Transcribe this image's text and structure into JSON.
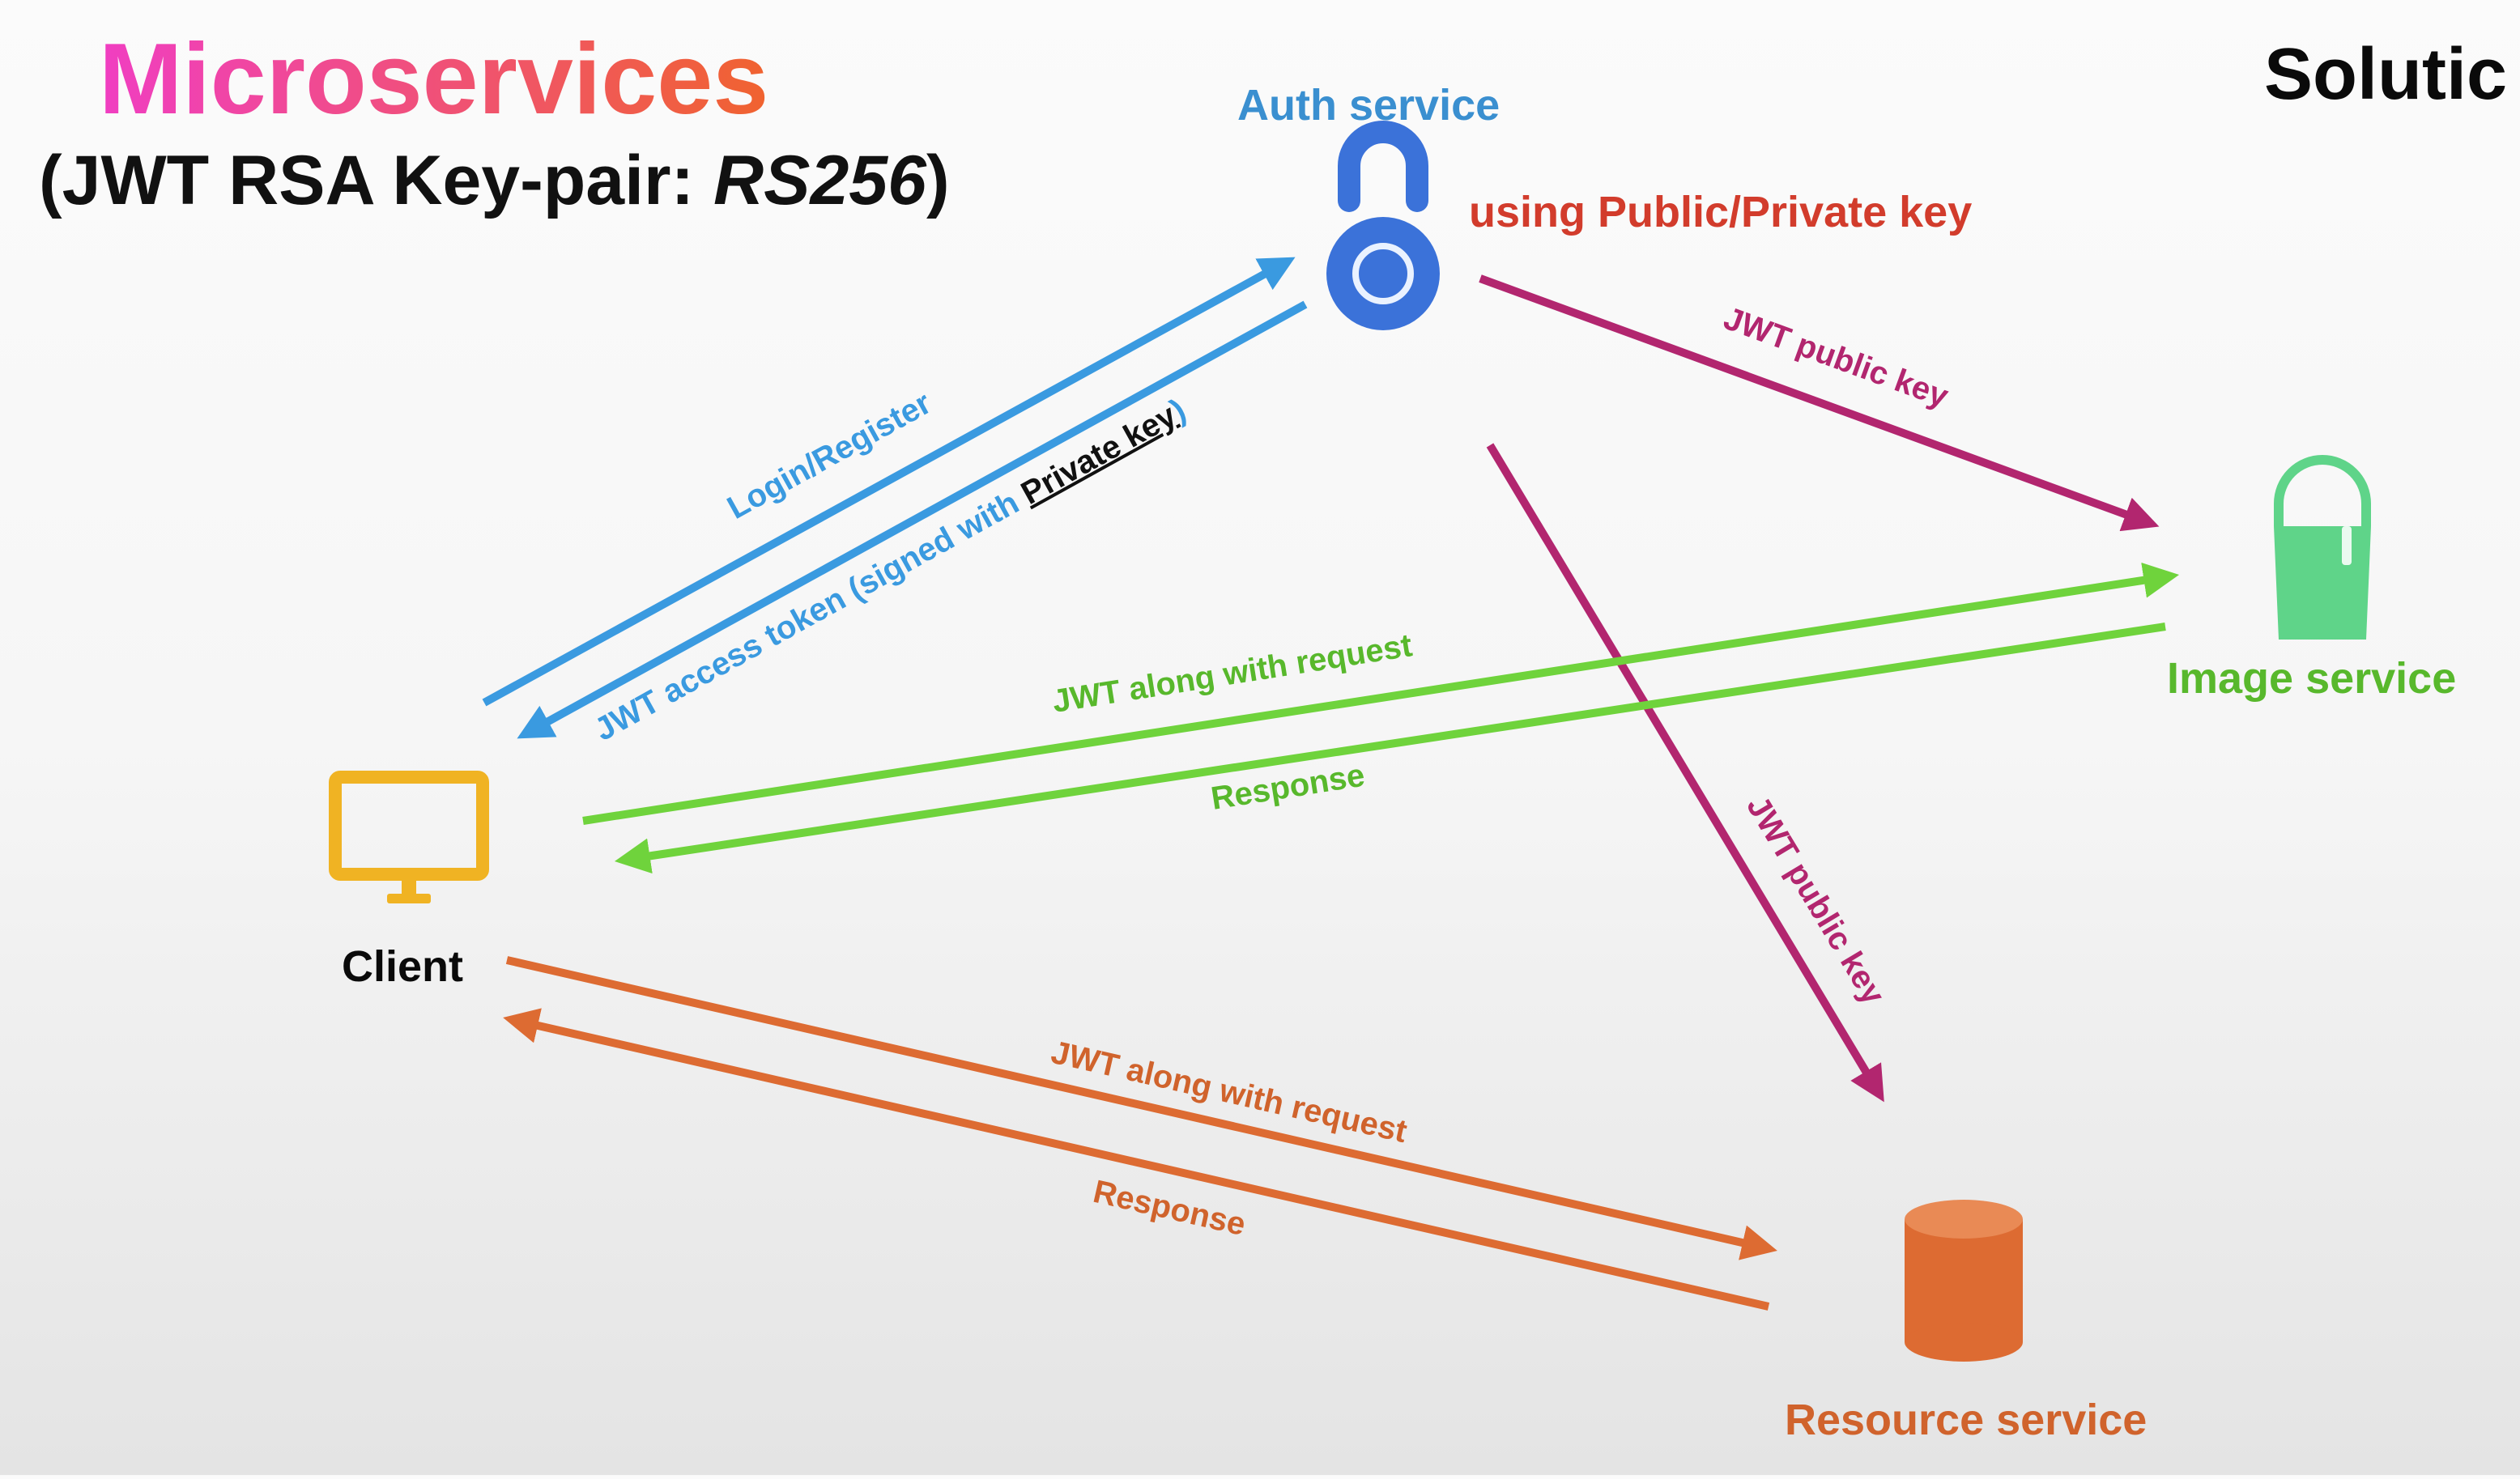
{
  "title": {
    "main": "Microservices",
    "sub_prefix": "(JWT RSA Key-pair: ",
    "sub_algo": "RS256",
    "sub_suffix": ")",
    "corner": "Solutic"
  },
  "nodes": {
    "auth": {
      "label": "Auth service",
      "note": "using Public/Private key",
      "icon": "lock-icon"
    },
    "client": {
      "label": "Client",
      "icon": "monitor-icon"
    },
    "image": {
      "label": "Image service",
      "icon": "paint-bucket-icon"
    },
    "resource": {
      "label": "Resource service",
      "icon": "database-icon"
    }
  },
  "edges": {
    "login": "Login/Register",
    "token_prefix": "JWT access token (signed with ",
    "token_key": "Private key",
    "token_suffix": ")",
    "auth_to_image": "JWT public key",
    "auth_to_resource": "JWT public key",
    "image_request": "JWT along with request",
    "image_response": "Response",
    "resource_request": "JWT along with request",
    "resource_response": "Response"
  },
  "colors": {
    "blue": "#3a9ae0",
    "lock": "#3b72d9",
    "red": "#d23c2c",
    "magenta": "#b2266f",
    "green": "#6fd33c",
    "green_text": "#58b82c",
    "green_icon": "#5fd489",
    "orange": "#dd6b32",
    "orange_text": "#d0632c",
    "yellow": "#f0b323",
    "title_gradient_start": "#f03ec2",
    "title_gradient_end": "#f0632f"
  }
}
